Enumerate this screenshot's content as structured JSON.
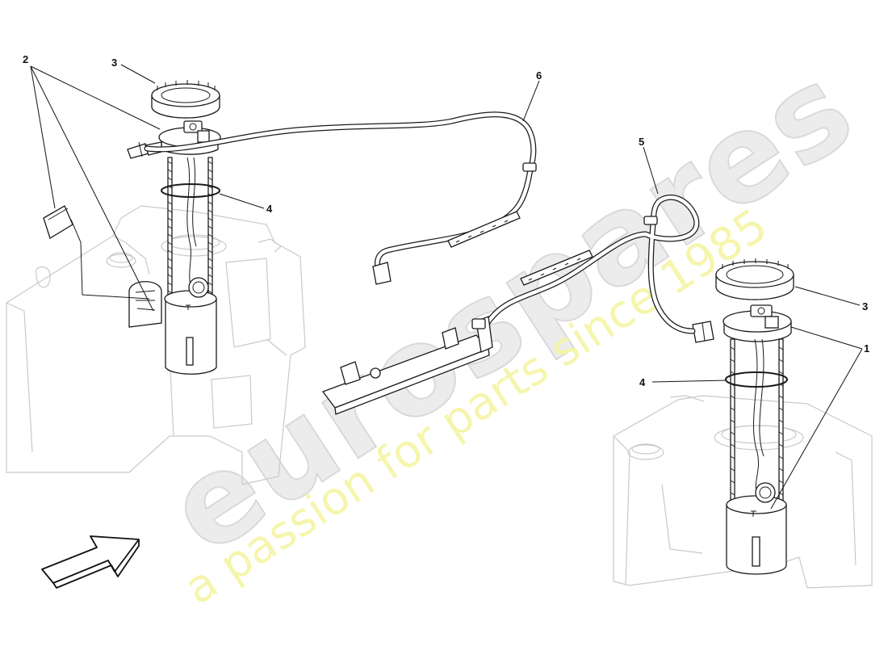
{
  "watermark": {
    "brand": "eurospares",
    "tagline": "a passion for parts since 1985"
  },
  "callouts": {
    "left_assembly": [
      {
        "id": "2",
        "text": "2"
      },
      {
        "id": "3",
        "text": "3"
      },
      {
        "id": "4",
        "text": "4"
      }
    ],
    "hoses": [
      {
        "id": "6",
        "text": "6"
      },
      {
        "id": "5",
        "text": "5"
      }
    ],
    "right_assembly": [
      {
        "id": "3",
        "text": "3"
      },
      {
        "id": "1",
        "text": "1"
      },
      {
        "id": "4",
        "text": "4"
      }
    ]
  },
  "icons": {
    "direction_arrow": "direction-arrow-icon"
  }
}
